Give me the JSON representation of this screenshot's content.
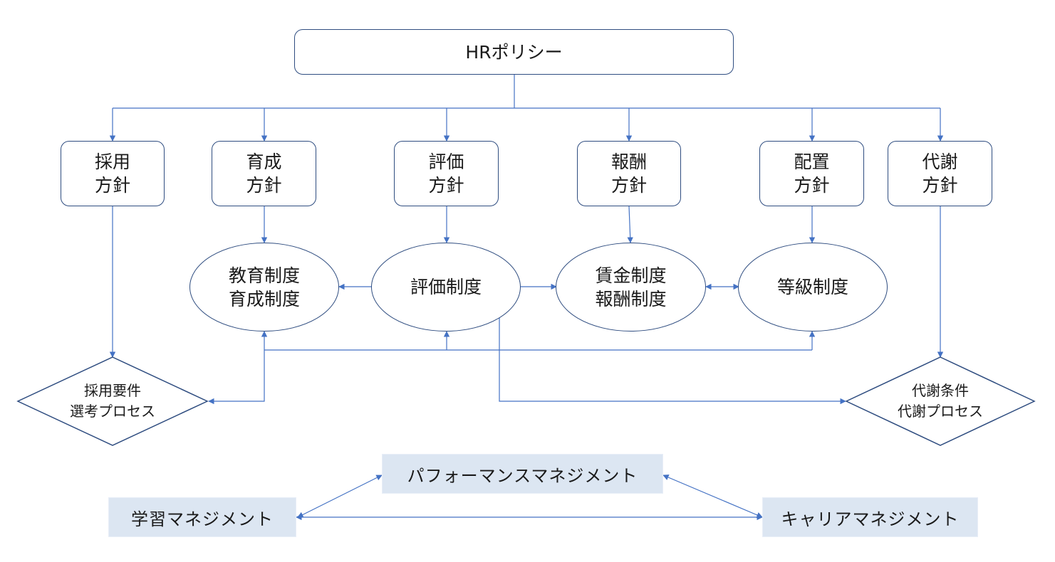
{
  "diagram": {
    "root": {
      "label": "HRポリシー"
    },
    "policies": [
      {
        "label": "採用\n方針"
      },
      {
        "label": "育成\n方針"
      },
      {
        "label": "評価\n方針"
      },
      {
        "label": "報酬\n方針"
      },
      {
        "label": "配置\n方針"
      },
      {
        "label": "代謝\n方針"
      }
    ],
    "systems": [
      {
        "label": "教育制度\n育成制度"
      },
      {
        "label": "評価制度"
      },
      {
        "label": "賃金制度\n報酬制度"
      },
      {
        "label": "等級制度"
      }
    ],
    "processes": [
      {
        "label": "採用要件\n選考プロセス"
      },
      {
        "label": "代謝条件\n代謝プロセス"
      }
    ],
    "management": {
      "performance": "パフォーマンスマネジメント",
      "learning": "学習マネジメント",
      "career": "キャリアマネジメント"
    },
    "colors": {
      "line": "#4472c4",
      "border": "#2f4d80",
      "mgmt_fill": "#dce6f2"
    }
  }
}
